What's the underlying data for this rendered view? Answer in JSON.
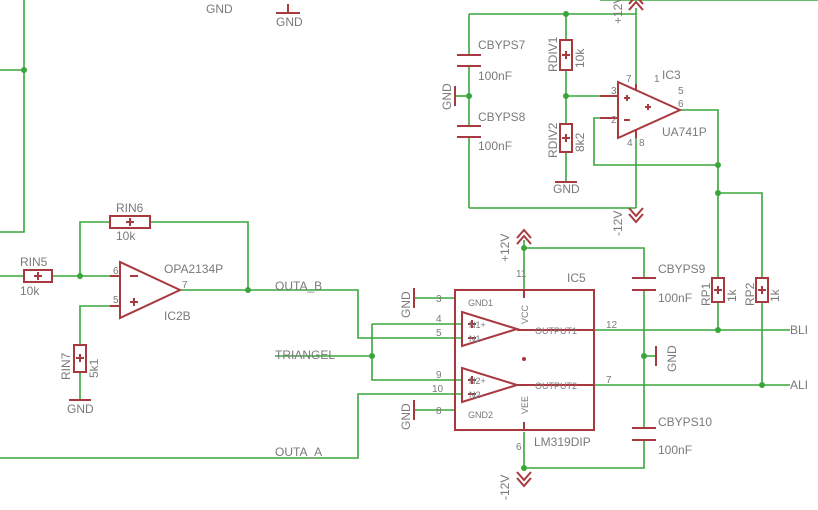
{
  "labels": {
    "gnd_top_left": "GND",
    "gnd_top_mid": "GND",
    "plus12_top": "+12V",
    "cbyps7": "CBYPS7",
    "cbyps7_val": "100nF",
    "cbyps8": "CBYPS8",
    "cbyps8_val": "100nF",
    "gnd_left_caps": "GND",
    "rdiv1": "RDIV1",
    "rdiv1_val": "10k",
    "rdiv2": "RDIV2",
    "rdiv2_val": "8k2",
    "gnd_rdiv": "GND",
    "ic3": "IC3",
    "ic3_part": "UA741P",
    "minus12_ic3": "-12V",
    "rin6": "RIN6",
    "rin6_val": "10k",
    "rin5": "RIN5",
    "rin5_val": "10k",
    "opa": "OPA2134P",
    "ic2b": "IC2B",
    "rin7": "RIN7",
    "rin7_val": "5k1",
    "gnd_rin7": "GND",
    "outa_b": "OUTA_B",
    "triangel": "TRIANGEL",
    "outa_a": "OUTA_A",
    "plus12_ic5": "+12V",
    "ic5": "IC5",
    "ic5_part": "LM319DIP",
    "gnd1": "GND1",
    "n1p": "N1+",
    "n1m": "N1-",
    "n2p": "N2+",
    "n2m": "N2-",
    "gnd2": "GND2",
    "vcc": "VCC",
    "vee": "VEE",
    "output1": "OUTPUT1",
    "output2": "OUTPUT2",
    "gnd_pin3": "GND",
    "gnd_pin8": "GND",
    "minus12_ic5": "-12V",
    "cbyps9": "CBYPS9",
    "cbyps9_val": "100nF",
    "cbyps10": "CBYPS10",
    "cbyps10_val": "100nF",
    "gnd_caps_right": "GND",
    "rp1": "RP1",
    "rp1_val": "1k",
    "rp2": "RP2",
    "rp2_val": "1k",
    "bli": "BLI",
    "ali": "ALI"
  },
  "pins": {
    "ic3": [
      "7",
      "1",
      "3",
      "5",
      "6",
      "2",
      "4",
      "8"
    ],
    "ic2b": [
      "6",
      "5",
      "7"
    ],
    "ic5": [
      "11",
      "3",
      "4",
      "5",
      "9",
      "10",
      "8",
      "6",
      "12",
      "7"
    ]
  },
  "colors": {
    "wire": "#3aa63a",
    "part": "#a8393f",
    "text": "#7a7a7a",
    "background": "#ffffff"
  }
}
